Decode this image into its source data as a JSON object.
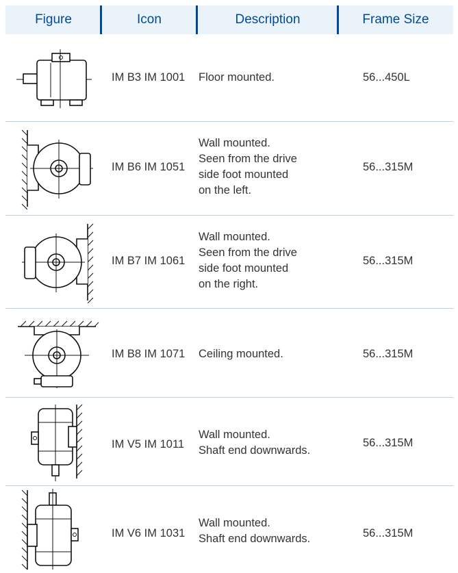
{
  "header": {
    "figure": "Figure",
    "icon": "Icon",
    "description": "Description",
    "frame_size": "Frame Size"
  },
  "rows": [
    {
      "code": "IM B3 IM 1001",
      "desc": [
        "Floor mounted."
      ],
      "size": "56...450L",
      "figure_icon": "motor-floor-mounted-icon"
    },
    {
      "code": "IM B6 IM 1051",
      "desc": [
        "Wall mounted.",
        "Seen from the drive",
        "side foot mounted",
        "on the left."
      ],
      "size": "56...315M",
      "figure_icon": "motor-wall-left-icon"
    },
    {
      "code": "IM B7 IM 1061",
      "desc": [
        "Wall mounted.",
        "Seen from the drive",
        "side foot mounted",
        "on the right."
      ],
      "size": "56...315M",
      "figure_icon": "motor-wall-right-icon"
    },
    {
      "code": "IM B8 IM 1071",
      "desc": [
        "Ceiling mounted."
      ],
      "size": "56...315M",
      "figure_icon": "motor-ceiling-icon"
    },
    {
      "code": "IM V5 IM 1011",
      "desc": [
        "Wall mounted.",
        "Shaft end downwards."
      ],
      "size": "56...315M",
      "figure_icon": "motor-vertical-shaft-down-icon"
    },
    {
      "code": "IM V6 IM 1031",
      "desc": [
        "Wall mounted.",
        "Shaft end downwards."
      ],
      "size": "56...315M",
      "figure_icon": "motor-vertical-shaft-up-icon"
    }
  ],
  "colors": {
    "header_bg": "#eaf3f9",
    "header_text": "#004a96",
    "divider": "#b8d3e8"
  }
}
